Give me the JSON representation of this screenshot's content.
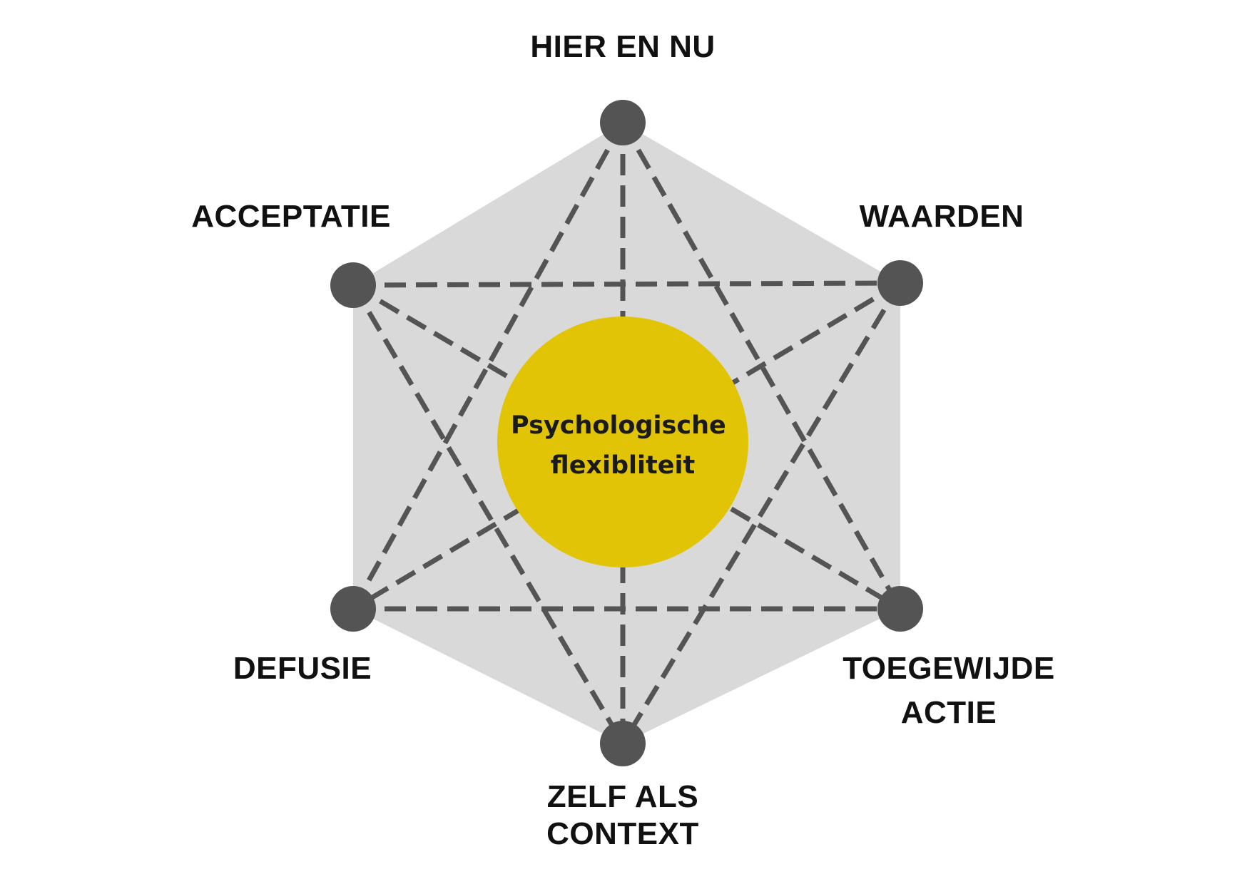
{
  "center": {
    "lines": [
      "Psychologische",
      "flexibliteit"
    ]
  },
  "nodes": [
    {
      "id": "hier-en-nu",
      "lines": [
        "HIER EN NU"
      ]
    },
    {
      "id": "waarden",
      "lines": [
        "WAARDEN"
      ]
    },
    {
      "id": "toegewijde-actie",
      "lines": [
        "TOEGEWIJDE",
        "ACTIE"
      ]
    },
    {
      "id": "zelf-als-context",
      "lines": [
        "ZELF ALS",
        "CONTEXT"
      ]
    },
    {
      "id": "defusie",
      "lines": [
        "DEFUSIE"
      ]
    },
    {
      "id": "acceptatie",
      "lines": [
        "ACCEPTATIE"
      ]
    }
  ],
  "connections": [
    [
      "hier-en-nu",
      "toegewijde-actie"
    ],
    [
      "hier-en-nu",
      "defusie"
    ],
    [
      "hier-en-nu",
      "zelf-als-context"
    ],
    [
      "acceptatie",
      "waarden"
    ],
    [
      "acceptatie",
      "toegewijde-actie"
    ],
    [
      "acceptatie",
      "zelf-als-context"
    ],
    [
      "waarden",
      "defusie"
    ],
    [
      "waarden",
      "zelf-als-context"
    ],
    [
      "defusie",
      "toegewijde-actie"
    ]
  ],
  "colors": {
    "hexagon": "#d9d9d9",
    "node": "#545454",
    "dash": "#545454",
    "center": "#e2c407",
    "text": "#111111"
  }
}
